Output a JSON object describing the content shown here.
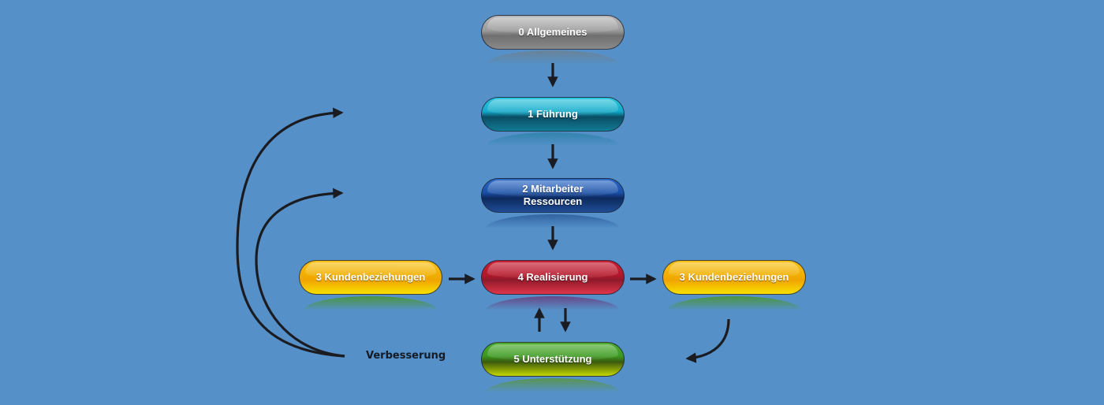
{
  "diagram": {
    "background": "#5591c8",
    "nodes": {
      "allgemeines": {
        "label": "0 Allgemeines",
        "color": "#8a8a8a"
      },
      "fuehrung": {
        "label": "1 Führung",
        "color": "#12a9c8"
      },
      "mitarbeiter": {
        "line1": "2 Mitarbeiter",
        "line2": "Ressourcen",
        "color": "#1a4fa6"
      },
      "kunden_left": {
        "label": "3 Kundenbeziehungen",
        "color": "#f2b000"
      },
      "realisierung": {
        "label": "4 Realisierung",
        "color": "#b5182b"
      },
      "kunden_right": {
        "label": "3 Kundenbeziehungen",
        "color": "#f2b000"
      },
      "unterstuetzung": {
        "label": "5 Unterstützung",
        "color": "#3a9a1f"
      }
    },
    "annotations": {
      "verbesserung": "Verbesserung"
    },
    "edges": [
      {
        "from": "0 Allgemeines",
        "to": "1 Führung"
      },
      {
        "from": "1 Führung",
        "to": "2 Mitarbeiter Ressourcen"
      },
      {
        "from": "2 Mitarbeiter Ressourcen",
        "to": "4 Realisierung"
      },
      {
        "from": "3 Kundenbeziehungen (left)",
        "to": "4 Realisierung"
      },
      {
        "from": "4 Realisierung",
        "to": "3 Kundenbeziehungen (right)"
      },
      {
        "from": "4 Realisierung",
        "to": "5 Unterstützung"
      },
      {
        "from": "5 Unterstützung",
        "to": "4 Realisierung"
      },
      {
        "from": "3 Kundenbeziehungen (right)",
        "to": "5 Unterstützung"
      },
      {
        "from": "Verbesserung",
        "to": "1 Führung"
      },
      {
        "from": "Verbesserung",
        "to": "2 Mitarbeiter Ressourcen"
      }
    ]
  }
}
